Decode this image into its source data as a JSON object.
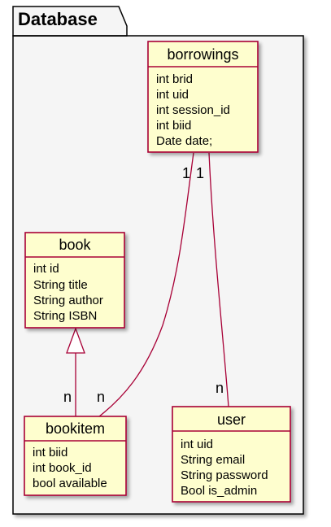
{
  "package": {
    "title": "Database"
  },
  "classes": {
    "borrowings": {
      "name": "borrowings",
      "attributes": [
        "int brid",
        "int uid",
        "int session_id",
        "int biid",
        "Date date;"
      ]
    },
    "book": {
      "name": "book",
      "attributes": [
        "int id",
        "String title",
        "String author",
        "String ISBN"
      ]
    },
    "bookitem": {
      "name": "bookitem",
      "attributes": [
        "int biid",
        "int book_id",
        "bool available"
      ]
    },
    "user": {
      "name": "user",
      "attributes": [
        "int uid",
        "String email",
        "String password",
        "Bool is_admin"
      ]
    }
  },
  "relations": {
    "borrowings_bookitem": {
      "from_label": "1",
      "to_label": "n"
    },
    "borrowings_user": {
      "from_label": "1",
      "to_label": "n"
    },
    "bookitem_book": {
      "to_label": "n",
      "kind": "inheritance"
    }
  },
  "colors": {
    "class_fill": "#fefece",
    "class_border": "#a80036",
    "package_fill": "#f5f5f5",
    "edge": "#a80036"
  }
}
